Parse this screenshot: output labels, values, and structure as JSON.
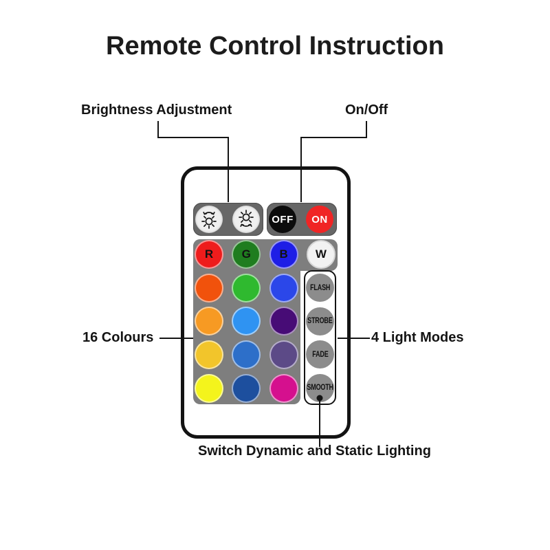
{
  "title": "Remote Control Instruction",
  "annotations": {
    "brightness": "Brightness Adjustment",
    "on_off": "On/Off",
    "colours": "16 Colours",
    "light_modes": "4 Light Modes",
    "switch_lighting": "Switch Dynamic and Static Lighting"
  },
  "remote": {
    "brightness_buttons": [
      {
        "name": "brightness-up",
        "icon": "sun-arrow-up-icon"
      },
      {
        "name": "brightness-down",
        "icon": "sun-arrow-down-icon"
      }
    ],
    "power_buttons": [
      {
        "label": "OFF",
        "bg": "#0c0c0c",
        "fg": "#ffffff"
      },
      {
        "label": "ON",
        "bg": "#f02525",
        "fg": "#ffffff"
      }
    ],
    "color_buttons": [
      {
        "label": "R",
        "color": "#ee1c1c",
        "row": 0,
        "col": 0
      },
      {
        "label": "G",
        "color": "#1f7d1f",
        "row": 0,
        "col": 1
      },
      {
        "label": "B",
        "color": "#1e1ee6",
        "row": 0,
        "col": 2
      },
      {
        "label": "W",
        "color": "#f2f2f2",
        "row": 0,
        "col": 3
      },
      {
        "color": "#f1520c",
        "row": 1,
        "col": 0
      },
      {
        "color": "#2fb92f",
        "row": 1,
        "col": 1
      },
      {
        "color": "#2b47e9",
        "row": 1,
        "col": 2
      },
      {
        "color": "#f79a23",
        "row": 2,
        "col": 0
      },
      {
        "color": "#2f93f2",
        "row": 2,
        "col": 1
      },
      {
        "color": "#470c76",
        "row": 2,
        "col": 2
      },
      {
        "color": "#f2c52b",
        "row": 3,
        "col": 0
      },
      {
        "color": "#2d6fc9",
        "row": 3,
        "col": 1
      },
      {
        "color": "#5c4a87",
        "row": 3,
        "col": 2
      },
      {
        "color": "#f4f41c",
        "row": 4,
        "col": 0
      },
      {
        "color": "#1d4f9e",
        "row": 4,
        "col": 1
      },
      {
        "color": "#d5108e",
        "row": 4,
        "col": 2
      }
    ],
    "mode_buttons": [
      "FLASH",
      "STROBE",
      "FADE",
      "SMOOTH"
    ],
    "panel_color": "#7e7e7e",
    "pill_color": "#676767",
    "mode_button_color": "#8c8c8c"
  }
}
